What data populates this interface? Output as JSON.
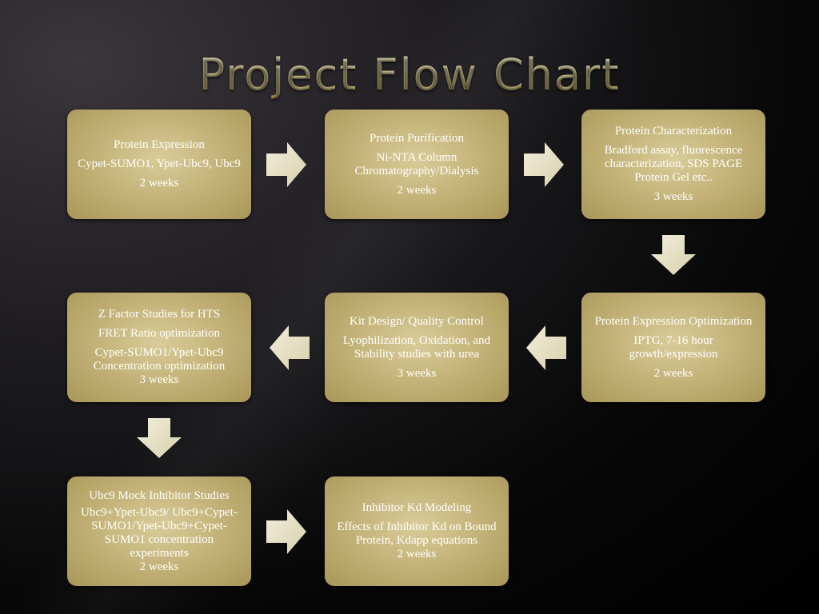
{
  "title": "Project Flow Chart",
  "colors": {
    "box_light": "#d9cc9a",
    "box_dark": "#a99759",
    "arrow": "#e8e2c8",
    "title": "#e4d9a6"
  },
  "steps": [
    {
      "title": "Protein Expression",
      "detail": "Cypet-SUMO1, Ypet-Ubc9, Ubc9",
      "duration": "2 weeks"
    },
    {
      "title": "Protein Purification",
      "detail": "Ni-NTA Column Chromatography/Dialysis",
      "duration": "2 weeks"
    },
    {
      "title": "Protein Characterization",
      "detail": "Bradford assay, fluorescence characterization, SDS PAGE Protein Gel etc..",
      "duration": "3 weeks"
    },
    {
      "title": "Protein Expression Optimization",
      "detail": "IPTG, 7-16 hour growth/expression",
      "duration": "2 weeks"
    },
    {
      "title": "Kit Design/ Quality Control",
      "detail": "Lyophilization, Oxidation, and Stability studies with urea",
      "duration": "3 weeks"
    },
    {
      "title": "Z Factor Studies for HTS",
      "detail": "FRET Ratio optimization",
      "detail2": "Cypet-SUMO1/Ypet-Ubc9 Concentration optimization",
      "duration": "3 weeks"
    },
    {
      "title": "Ubc9 Mock Inhibitor Studies",
      "detail": "Ubc9+Ypet-Ubc9/ Ubc9+Cypet-SUMO1/Ypet-Ubc9+Cypet-SUMO1 concentration experiments",
      "duration": "2 weeks"
    },
    {
      "title": "Inhibitor Kd Modeling",
      "detail": "Effects of Inhibitor Kd on Bound Protein, Kdapp equations",
      "duration": "2 weeks"
    }
  ]
}
